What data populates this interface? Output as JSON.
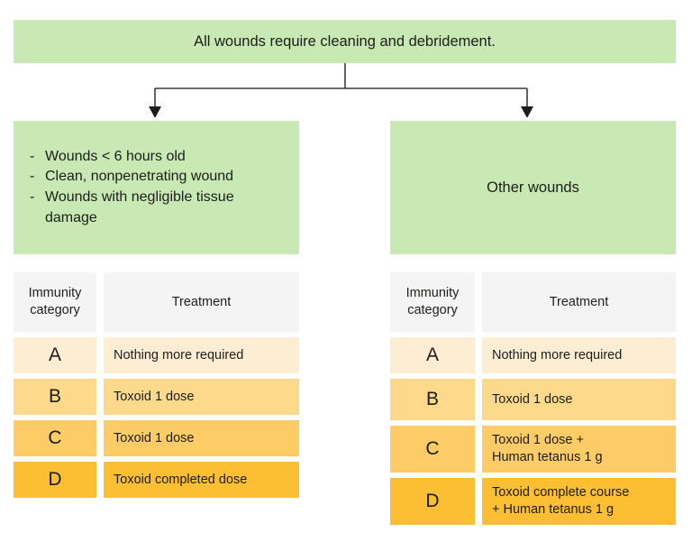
{
  "flowchart": {
    "top_statement": "All wounds require cleaning and debridement.",
    "branches": {
      "left": {
        "label_lines": [
          "Wounds < 6 hours old",
          "Clean, nonpenetrating wound",
          "Wounds with negligible tissue damage"
        ],
        "bullet_marker": "-"
      },
      "right": {
        "label": "Other wounds"
      }
    },
    "colors": {
      "green_box": "#c8e9b3",
      "header_cell": "#f4f4f4",
      "row_a": "#fdeed3",
      "row_b": "#fdd98c",
      "row_c": "#fdcc66",
      "row_d": "#fcbe32",
      "connector_line": "#3c3c3b",
      "text": "#1d1d1b",
      "page_background": "#ffffff"
    },
    "tables": [
      {
        "id": "left-table",
        "columns": [
          "Immunity category",
          "Treatment"
        ],
        "rows": [
          {
            "category": "A",
            "treatment": "Nothing more required"
          },
          {
            "category": "B",
            "treatment": "Toxoid 1 dose"
          },
          {
            "category": "C",
            "treatment": "Toxoid 1 dose"
          },
          {
            "category": "D",
            "treatment": "Toxoid completed dose"
          }
        ]
      },
      {
        "id": "right-table",
        "columns": [
          "Immunity category",
          "Treatment"
        ],
        "rows": [
          {
            "category": "A",
            "treatment": "Nothing more required"
          },
          {
            "category": "B",
            "treatment": "Toxoid 1 dose"
          },
          {
            "category": "C",
            "treatment_line_1": "Toxoid 1 dose +",
            "treatment_line_2": "Human tetanus 1 g"
          },
          {
            "category": "D",
            "treatment_line_1": "Toxoid complete course",
            "treatment_line_2": "+ Human tetanus 1 g"
          }
        ]
      }
    ]
  }
}
